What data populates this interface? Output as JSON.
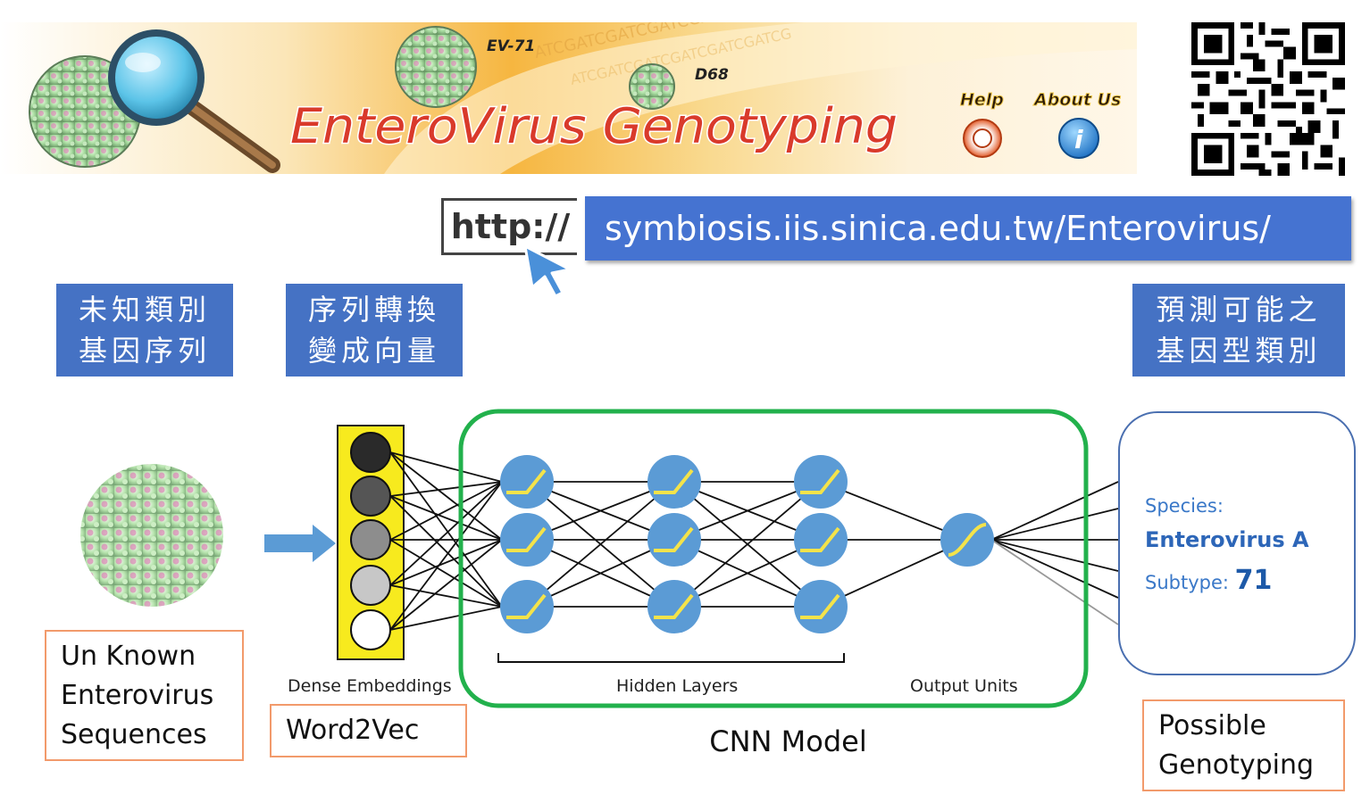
{
  "banner": {
    "title": "EnteroVirus Genotyping",
    "virus_labels": [
      "EV-71",
      "D68"
    ],
    "bg_text": "ATCGATCGATCGATCGATCGATCG",
    "help_label": "Help",
    "about_label": "About Us",
    "help_icon": "lifebuoy-icon",
    "about_icon": "info-icon",
    "magnifier_icon": "magnifying-glass-icon"
  },
  "qr_icon": "qr-code-icon",
  "url": {
    "prefix": "http://",
    "address": "symbiosis.iis.sinica.edu.tw/Enterovirus/",
    "cursor_icon": "cursor-arrow-icon"
  },
  "steps": {
    "unknown_cn": [
      "未知類別",
      "基因序列"
    ],
    "convert_cn": [
      "序列轉換",
      "變成向量"
    ],
    "predict_cn": [
      "預測可能之",
      "基因型類別"
    ]
  },
  "labels": {
    "unknown_en": [
      "Un Known",
      "Enterovirus",
      "Sequences"
    ],
    "word2vec": "Word2Vec",
    "dense": "Dense Embeddings",
    "hidden": "Hidden Layers",
    "output": "Output Units",
    "cnn": "CNN Model",
    "possible": [
      "Possible",
      "Genotyping"
    ]
  },
  "result": {
    "species_label": "Species:",
    "species_value": "Enterovirus A",
    "subtype_label": "Subtype:",
    "subtype_value": "71"
  },
  "colors": {
    "blue_box": "#4572c4",
    "url_blue": "#4573d1",
    "cnn_border": "#22b14c",
    "embedding_yellow": "#f7ea1e",
    "neuron_blue": "#5b9bd5",
    "orange_border": "#f29a6b"
  }
}
